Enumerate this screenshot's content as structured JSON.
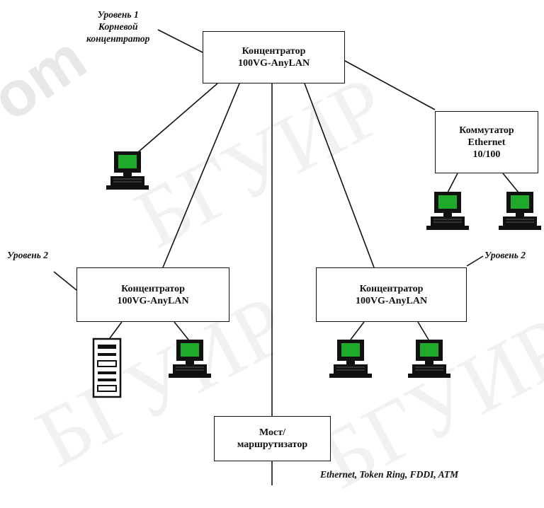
{
  "watermark": "БГУИР",
  "hubs": {
    "root": {
      "line1": "Концентратор",
      "line2": "100VG-AnyLAN"
    },
    "left": {
      "line1": "Концентратор",
      "line2": "100VG-AnyLAN"
    },
    "right": {
      "line1": "Концентратор",
      "line2": "100VG-AnyLAN"
    }
  },
  "switch": {
    "line1": "Коммутатор",
    "line2": "Ethernet",
    "line3": "10/100"
  },
  "bridge": {
    "line1": "Мост/",
    "line2": "маршрутизатор"
  },
  "labels": {
    "level1_line1": "Уровень 1",
    "level1_line2": "Корневой",
    "level1_line3": "концентратор",
    "level2_left": "Уровень 2",
    "level2_right": "Уровень 2",
    "networks": "Ethernet, Token Ring, FDDI, ATM"
  },
  "colors": {
    "screen": "#1faa2a",
    "line": "#111111"
  },
  "icons": {
    "workstation": "computer-icon",
    "server": "server-tower-icon"
  }
}
